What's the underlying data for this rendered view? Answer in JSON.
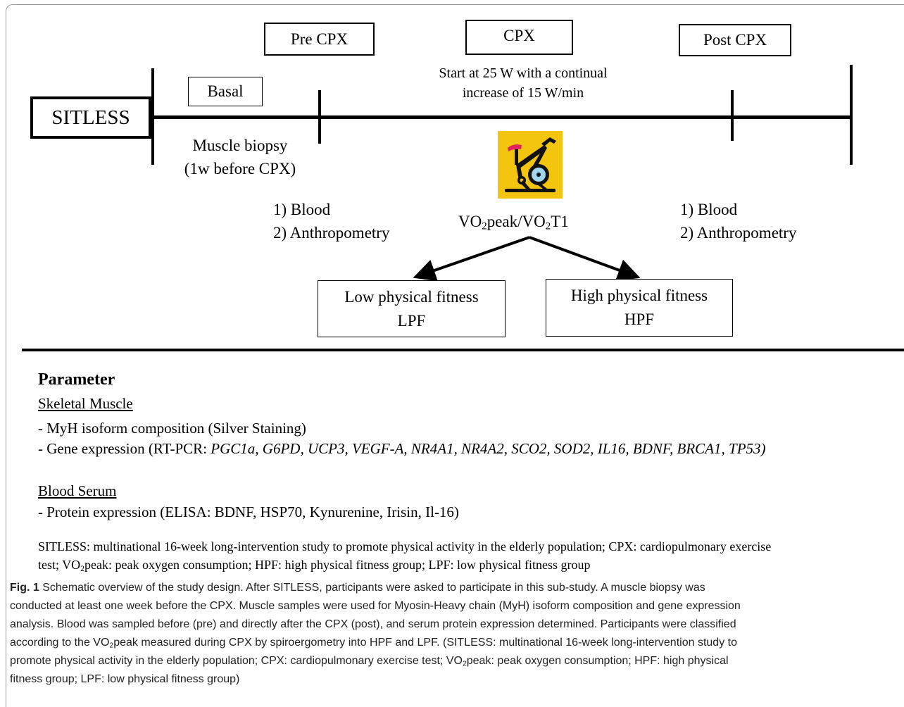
{
  "timeline": {
    "sitless_label": "SITLESS",
    "pre_cpx_label": "Pre CPX",
    "cpx_label": "CPX",
    "post_cpx_label": "Post CPX",
    "basal_label": "Basal",
    "cpx_protocol_line1": "Start at 25 W with a continual",
    "cpx_protocol_line2": "increase of 15 W/min",
    "muscle_biopsy_line1": "Muscle biopsy",
    "muscle_biopsy_line2": "(1w before CPX)",
    "pre_item1": "1) Blood",
    "pre_item2": "2) Anthropometry",
    "post_item1": "1) Blood",
    "post_item2": "2) Anthropometry",
    "vo2_a": "VO",
    "vo2_sub1": "2",
    "vo2_b": "peak/VO",
    "vo2_sub2": "2",
    "vo2_c": "T1",
    "low_fitness_line1": "Low physical fitness",
    "low_fitness_line2": "LPF",
    "high_fitness_line1": "High physical fitness",
    "high_fitness_line2": "HPF",
    "bike_icon": "exercise-bike-icon"
  },
  "parameters": {
    "heading": "Parameter",
    "skeletal_heading": "Skeletal Muscle",
    "skeletal_item1": "- MyH isoform composition (Silver Staining)",
    "skeletal_item2_prefix": "- Gene expression (RT-PCR: ",
    "skeletal_item2_genes": "PGC1a, G6PD, UCP3, VEGF-A, NR4A1, NR4A2, SCO2, SOD2, IL16, BDNF, BRCA1, TP53)",
    "blood_heading": "Blood Serum",
    "blood_item1": "- Protein expression (ELISA: BDNF, HSP70, Kynurenine, Irisin, Il-16)"
  },
  "abbreviations": {
    "line1": "SITLESS: multinational 16-week long-intervention study to promote physical activity in the elderly population; CPX: cardiopulmonary exercise",
    "line2_a": "test; VO",
    "line2_sub": "2",
    "line2_b": "peak: peak oxygen consumption; HPF: high physical fitness group; LPF: low physical fitness group"
  },
  "caption": {
    "label": "Fig. 1",
    "line1": " Schematic overview of the study design. After SITLESS, participants were asked to participate in this sub-study. A muscle biopsy was",
    "line2": "conducted at least one week before the CPX. Muscle samples were used for Myosin-Heavy chain (MyH) isoform composition and gene expression",
    "line3": "analysis. Blood was sampled before (pre) and directly after the CPX (post), and serum protein expression determined. Participants were classified",
    "line4_a": "according to the VO",
    "line4_sub": "2",
    "line4_b": "peak measured during CPX by spiroergometry into HPF and LPF. (SITLESS: multinational 16-week long-intervention study to",
    "line5_a": "promote physical activity in the elderly population; CPX: cardiopulmonary exercise test; VO",
    "line5_sub": "2",
    "line5_b": "peak: peak oxygen consumption; HPF: high physical",
    "line6": "fitness group; LPF: low physical fitness group)"
  },
  "colors": {
    "icon_background": "#f3c50f",
    "bike_seat": "#e0245e",
    "bike_flywheel": "#9fd6ee",
    "bike_frame": "#111111"
  }
}
